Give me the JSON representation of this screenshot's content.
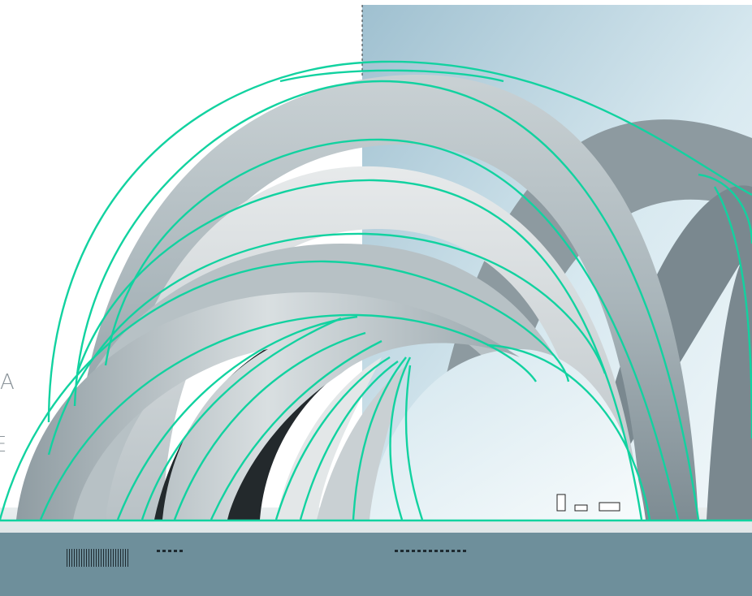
{
  "scene": {
    "sky_colors": [
      "#a8c6d4",
      "#e9f3f7"
    ],
    "band_light": "#dfe4e6",
    "band_mid": "#b2bdc3",
    "band_dark": "#6d7b82",
    "interior_dark": "#1e2326",
    "ground_color": "#6e8f9b",
    "accent_line": "#12d2a0"
  },
  "edge_letters": [
    "A",
    "E"
  ],
  "barcode_icon": "barcode-icon",
  "dot_markers": [
    "dash-marker-short",
    "dash-marker-long"
  ],
  "small_rect_icons": [
    "rect-icon-tall",
    "rect-icon-small",
    "rect-icon-wide"
  ]
}
